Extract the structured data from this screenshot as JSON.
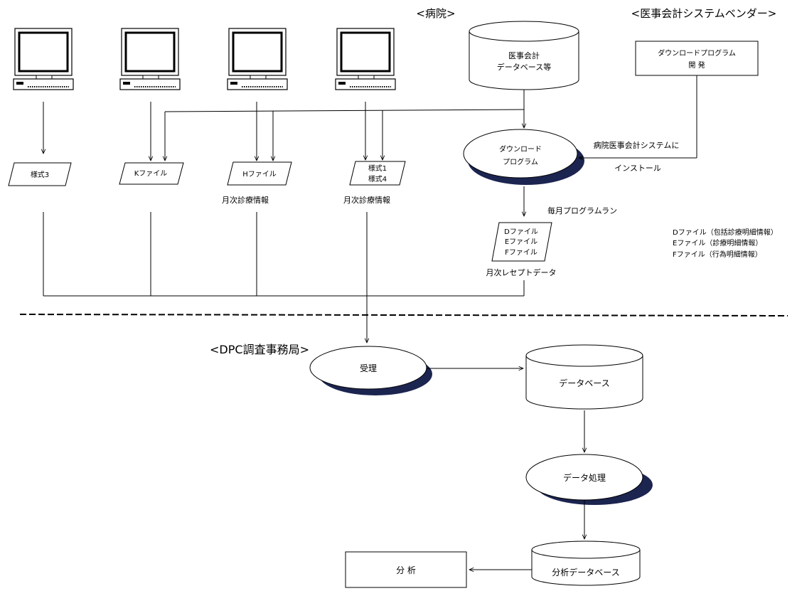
{
  "sections": {
    "hospital": "<病院>",
    "vendor": "<医事会計システムベンダー>",
    "dpc": "<DPC調査事務局>"
  },
  "hospital": {
    "accounting_db": {
      "line1": "医事会計",
      "line2": "データベース等"
    },
    "download_program": {
      "line1": "ダウンロード",
      "line2": "プログラム"
    },
    "install_label_1": "病院医事会計システムに",
    "install_label_2": "インストール",
    "monthly_run": "毎月プログラムラン",
    "def_files": {
      "line1": "Dファイル",
      "line2": "Eファイル",
      "line3": "Fファイル"
    },
    "monthly_receipt": "月次レセプトデータ",
    "files": {
      "form3": "様式3",
      "k_file": "Kファイル",
      "h_file": "Hファイル",
      "form14_line1": "様式1",
      "form14_line2": "様式4"
    },
    "monthly_clinical_h": "月次診療情報",
    "monthly_clinical_form": "月次診療情報"
  },
  "vendor": {
    "dev_line1": "ダウンロードプログラム",
    "dev_line2": "開 発"
  },
  "legend": {
    "d": "Dファイル（包括診療明細情報）",
    "e": "Eファイル（診療明細情報）",
    "f": "Fファイル（行為明細情報）"
  },
  "dpc": {
    "receipt": "受理",
    "database": "データベース",
    "processing": "データ処理",
    "analysis_db": "分析データベース",
    "analysis": "分 析"
  }
}
